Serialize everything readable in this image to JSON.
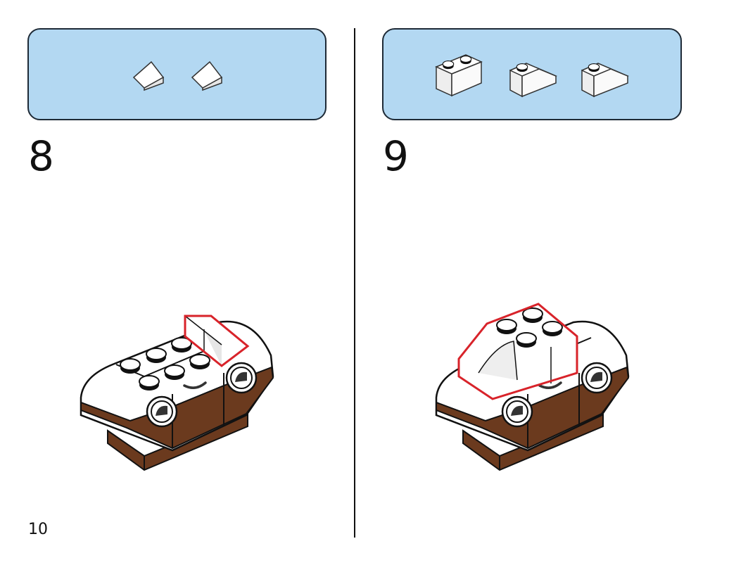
{
  "page": {
    "number": "10"
  },
  "steps": [
    {
      "number": "8",
      "parts": [
        "white-slope-1x2",
        "white-slope-1x2"
      ],
      "highlight_color": "#d8232a"
    },
    {
      "number": "9",
      "parts": [
        "white-brick-1x2",
        "white-brick-curved-1x2",
        "white-brick-curved-1x2"
      ],
      "highlight_color": "#d8232a"
    }
  ],
  "colors": {
    "callout": "#b3d8f2",
    "brown": "#6b3a1e",
    "white": "#ffffff",
    "outline": "#111111"
  }
}
